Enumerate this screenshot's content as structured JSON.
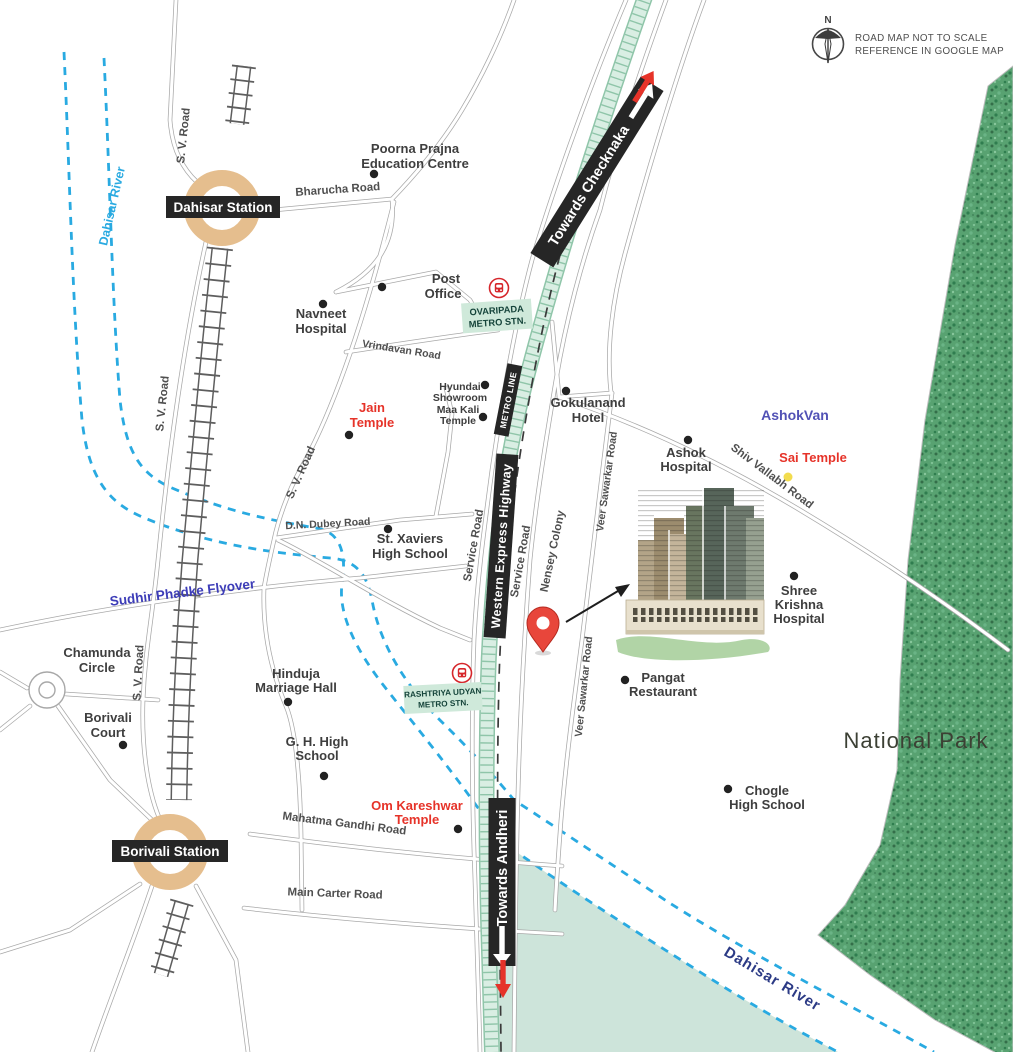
{
  "map_note": {
    "compass": "N",
    "line1": "ROAD MAP NOT TO SCALE",
    "line2": "REFERENCE IN GOOGLE MAP"
  },
  "stations": {
    "dahisar": "Dahisar Station",
    "borivali": "Borivali Station"
  },
  "metro": {
    "ovaripada": {
      "line1": "OVARIPADA",
      "line2": "METRO STN."
    },
    "rashtriya": {
      "line1": "RASHTRIYA UDYAN",
      "line2": "METRO STN."
    },
    "metro_line_label": "METRO LINE"
  },
  "directions": {
    "checknaka": "Towards Checknaka",
    "andheri": "Towards Andheri"
  },
  "roads": {
    "sv": "S. V. Road",
    "bharucha": "Bharucha Road",
    "vrindavan": "Vrindavan Road",
    "dn_dubey": "D.N. Dubey Road",
    "service": "Service Road",
    "veer_sawarkar": "Veer Sawarkar Road",
    "shiv_vallabh": "Shiv Vallabh Road",
    "sudhir_phadke": "Sudhir Phadke Flyover",
    "mahatma_gandhi": "Mahatma Gandhi Road",
    "main_carter": "Main Carter Road",
    "western_express": "Western Express Highway"
  },
  "rivers": {
    "upper": "Dahisar River",
    "lower": "Dahisar River"
  },
  "areas": {
    "national_park": "National Park",
    "ashokvan": "AshokVan",
    "nensey_colony": "Nensey Colony",
    "chamunda": {
      "line1": "Chamunda",
      "line2": "Circle"
    }
  },
  "pois": {
    "poorna": {
      "line1": "Poorna Prajna",
      "line2": "Education Centre"
    },
    "post_office": {
      "line1": "Post",
      "line2": "Office"
    },
    "navneet": {
      "line1": "Navneet",
      "line2": "Hospital"
    },
    "jain": {
      "line1": "Jain",
      "line2": "Temple"
    },
    "hyundai": {
      "line1": "Hyundai",
      "line2": "Showroom"
    },
    "maa_kali": {
      "line1": "Maa Kali",
      "line2": "Temple"
    },
    "gokulanand": {
      "line1": "Gokulanand",
      "line2": "Hotel"
    },
    "ashok_hospital": {
      "line1": "Ashok",
      "line2": "Hospital"
    },
    "sai_temple": "Sai Temple",
    "shree_krishna": {
      "line1": "Shree",
      "line2": "Krishna",
      "line3": "Hospital"
    },
    "pangat": {
      "line1": "Pangat",
      "line2": "Restaurant"
    },
    "chogle": {
      "line1": "Chogle",
      "line2": "High School"
    },
    "hinduja": {
      "line1": "Hinduja",
      "line2": "Marriage Hall"
    },
    "gh_high": {
      "line1": "G. H. High",
      "line2": "School"
    },
    "om_kareshwar": {
      "line1": "Om Kareshwar",
      "line2": "Temple"
    },
    "borivali_court": {
      "line1": "Borivali",
      "line2": "Court"
    },
    "st_xaviers": {
      "line1": "St. Xaviers",
      "line2": "High School"
    }
  },
  "colors": {
    "metro_band": "#d9eee3",
    "metro_edge": "#8fc5a9",
    "water_teal": "#cde4da",
    "park_green": "#58a271",
    "river_dash": "#29aae1",
    "river_label_blue": "#2b3a85",
    "flyover_label_blue": "#3d3db8",
    "accent_red": "#e63329",
    "ashokvan_blue": "#5151b5",
    "roundabout_tan": "#e5be8e",
    "label_box_black": "#262626",
    "station_box_green": "#cfe9da"
  }
}
